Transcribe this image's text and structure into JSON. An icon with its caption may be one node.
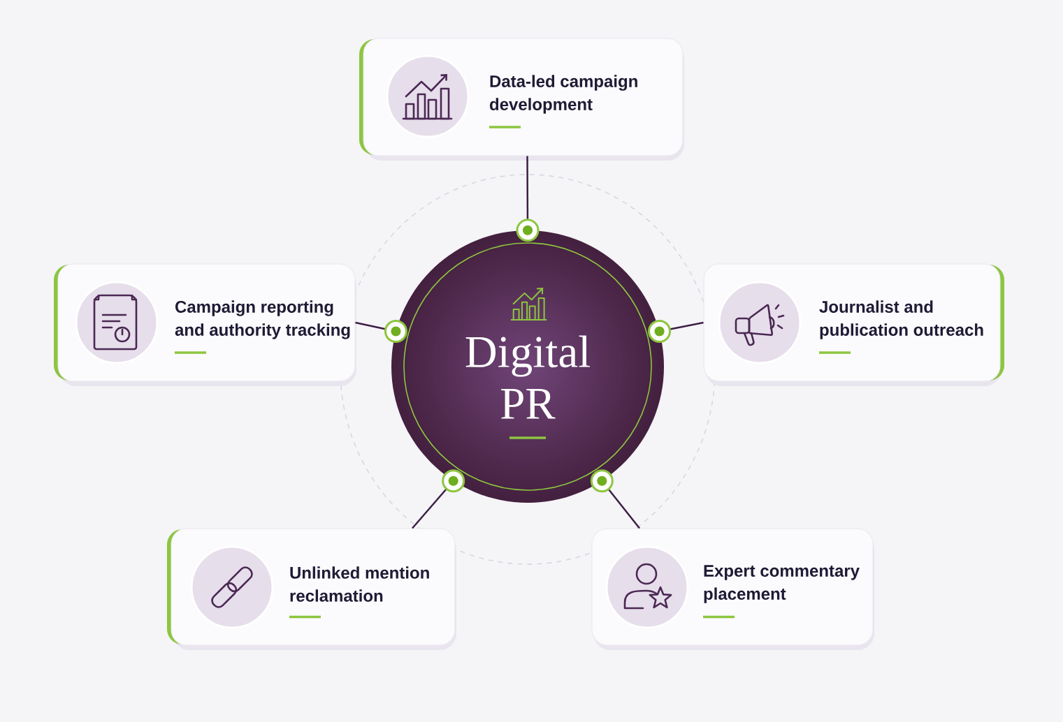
{
  "diagram": {
    "nodes": [
      {
        "text": [
          "Data-led campaign development"
        ]
      },
      {
        "text": [
          "Campaign reporting and authority tracking"
        ]
      },
      {
        "text": [
          "Digital PR"
        ]
      },
      {
        "text": [
          "Journalist and publication outreach"
        ]
      },
      {
        "text": [
          "Unlinked mention reclamation"
        ]
      },
      {
        "text": [
          "Expert commentary placement"
        ]
      }
    ],
    "edges": [
      {
        "from": 2,
        "to": 0,
        "arrow": "other"
      },
      {
        "from": 2,
        "to": 1,
        "arrow": "other"
      },
      {
        "from": 2,
        "to": 3,
        "arrow": "other"
      },
      {
        "from": 2,
        "to": 4,
        "arrow": "other"
      },
      {
        "from": 2,
        "to": 5,
        "arrow": "other"
      }
    ]
  }
}
